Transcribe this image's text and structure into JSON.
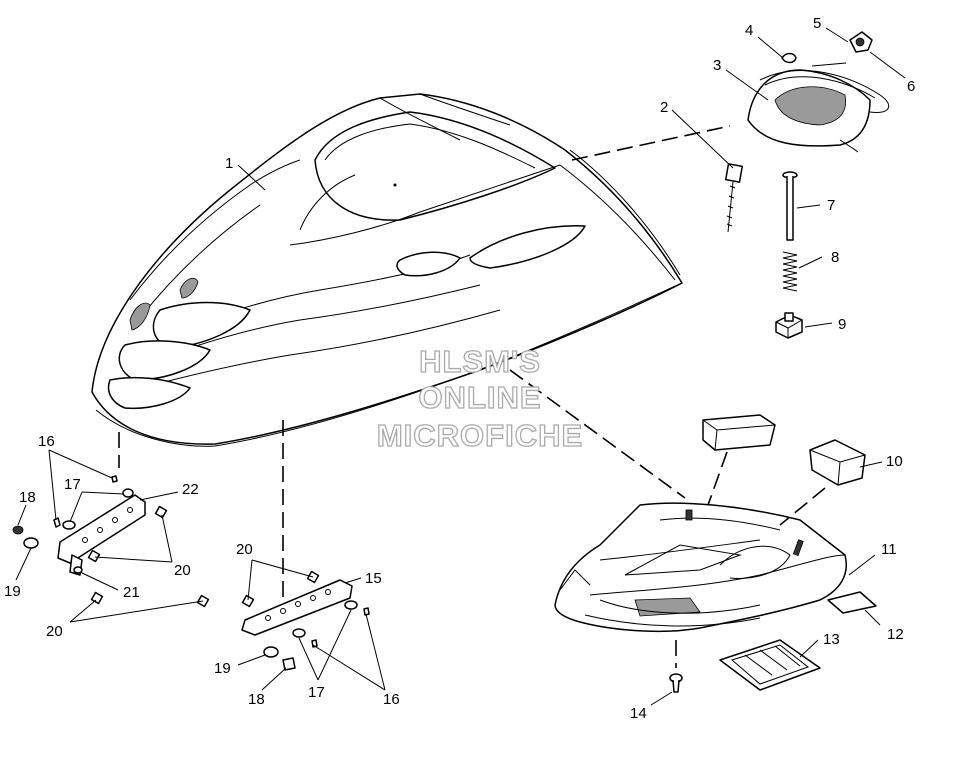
{
  "watermark": {
    "line1": "HLSM'S",
    "line2": "ONLINE",
    "line3": "MICROFICHE"
  },
  "callouts": {
    "c1": "1",
    "c2": "2",
    "c3": "3",
    "c4": "4",
    "c5": "5",
    "c6": "6",
    "c7": "7",
    "c8": "8",
    "c9": "9",
    "c10": "10",
    "c11": "11",
    "c12": "12",
    "c13": "13",
    "c14": "14",
    "c15": "15",
    "c16a": "16",
    "c16b": "16",
    "c17a": "17",
    "c17b": "17",
    "c18a": "18",
    "c18b": "18",
    "c19a": "19",
    "c19b": "19",
    "c20a": "20",
    "c20b": "20",
    "c20c": "20",
    "c21": "21",
    "c22": "22"
  }
}
